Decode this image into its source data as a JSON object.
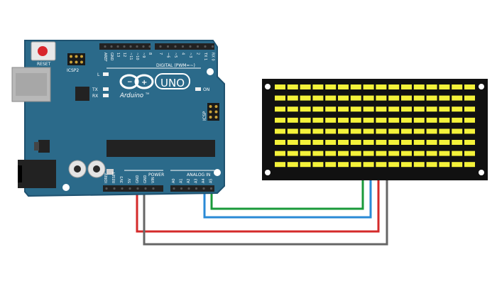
{
  "board": {
    "reset": "RESET",
    "icsp2": "ICSP2",
    "icsp": "ICSP",
    "led_l": "L",
    "led_tx": "TX",
    "led_rx": "RX",
    "on": "ON",
    "brand": "Arduino",
    "tm": "TM",
    "model": "UNO",
    "digital": "DIGITAL (PWM=~)",
    "power": "POWER",
    "analog": "ANALOG IN",
    "dig_pins": [
      "AREF",
      "GND",
      "13",
      "12",
      "~11",
      "~10",
      "~9",
      "8",
      "7",
      "~6",
      "~5",
      "4",
      "~3",
      "2",
      "TX 1",
      "RX 0"
    ],
    "power_pins": [
      "IOREF",
      "RESET",
      "3V3",
      "5V",
      "GND",
      "GND",
      "VIN"
    ],
    "analog_pins": [
      "A0",
      "A1",
      "A2",
      "A3",
      "A4",
      "A5"
    ]
  },
  "colors": {
    "board": "#2b6a8a",
    "board_edge": "#1f5270",
    "led_on": "#f4f23a",
    "matrix_bg": "#111111",
    "wire_green": "#1a9a3a",
    "wire_blue": "#2a8ad6",
    "wire_red": "#d42a2a",
    "wire_gray": "#666666"
  },
  "matrix": {
    "rows": 8,
    "cols": 16
  },
  "wires": [
    {
      "name": "wire-green",
      "color": "wire_green"
    },
    {
      "name": "wire-blue",
      "color": "wire_blue"
    },
    {
      "name": "wire-red",
      "color": "wire_red"
    },
    {
      "name": "wire-gray",
      "color": "wire_gray"
    }
  ]
}
